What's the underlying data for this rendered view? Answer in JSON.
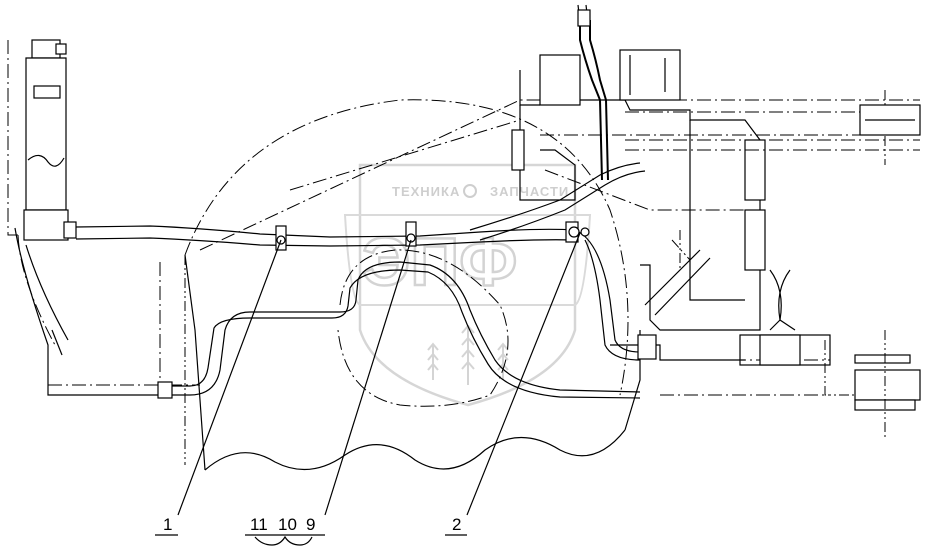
{
  "callouts": {
    "c1": "1",
    "c11": "11",
    "c10": "10",
    "c9": "9",
    "c2": "2"
  },
  "watermark": {
    "brand_line": "ТЕХНИКА",
    "brand_line2": "ЗАПЧАСТИ",
    "letters": "ЭПФ",
    "color": "#c8c8c8"
  }
}
